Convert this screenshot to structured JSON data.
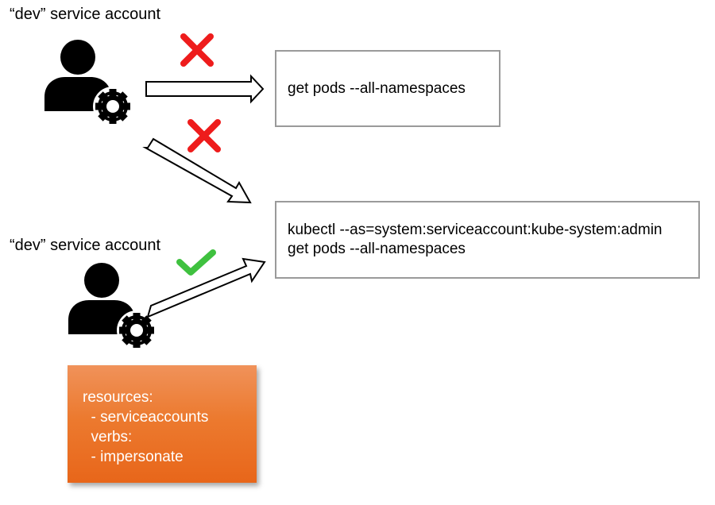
{
  "actors": [
    {
      "label": "“dev” service account",
      "icon": "service-account-icon"
    },
    {
      "label": "“dev” service account",
      "icon": "service-account-icon"
    }
  ],
  "commands": {
    "direct": [
      "get pods --all-namespaces"
    ],
    "impersonate": [
      "kubectl --as=system:serviceaccount:kube-system:admin",
      "get pods --all-namespaces"
    ]
  },
  "rbac": {
    "lines": [
      "resources:",
      "  - serviceaccounts",
      "  verbs:",
      "  - impersonate"
    ]
  },
  "marks": {
    "denied_icon": "cross-icon",
    "allowed_icon": "check-icon",
    "denied_color": "#ee1c1c",
    "allowed_color": "#3fc13f",
    "box_fill": "#ec7a2f"
  }
}
